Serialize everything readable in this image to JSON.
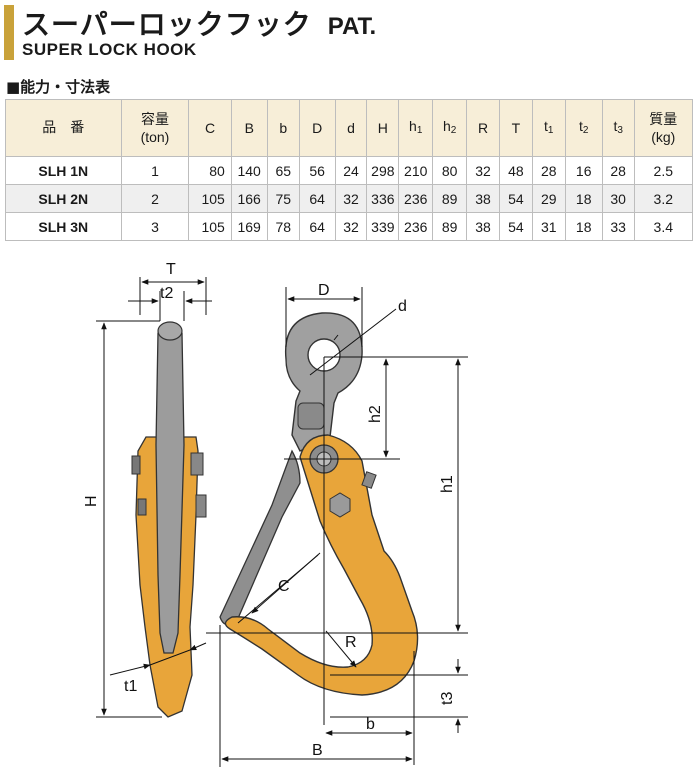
{
  "header": {
    "title_jp": "スーパーロックフック",
    "pat": "PAT.",
    "title_en": "SUPER LOCK HOOK",
    "accent_color": "#c9a23a"
  },
  "section_label": "■能力・寸法表",
  "table": {
    "headers": {
      "model": "品　番",
      "capacity": "容量",
      "capacity_unit": "(ton)",
      "C": "C",
      "B": "B",
      "b": "b",
      "D": "D",
      "d": "d",
      "H": "H",
      "h1": "h",
      "h1_sub": "1",
      "h2": "h",
      "h2_sub": "2",
      "R": "R",
      "T": "T",
      "t1": "t",
      "t1_sub": "1",
      "t2": "t",
      "t2_sub": "2",
      "t3": "t",
      "t3_sub": "3",
      "weight": "質量",
      "weight_unit": "(kg)"
    },
    "rows": [
      {
        "model": "SLH 1N",
        "capacity": "1",
        "C": "80",
        "B": "140",
        "b": "65",
        "D": "56",
        "d": "24",
        "H": "298",
        "h1": "210",
        "h2": "80",
        "R": "32",
        "T": "48",
        "t1": "28",
        "t2": "16",
        "t3": "28",
        "weight": "2.5"
      },
      {
        "model": "SLH 2N",
        "capacity": "2",
        "C": "105",
        "B": "166",
        "b": "75",
        "D": "64",
        "d": "32",
        "H": "336",
        "h1": "236",
        "h2": "89",
        "R": "38",
        "T": "54",
        "t1": "29",
        "t2": "18",
        "t3": "30",
        "weight": "3.2"
      },
      {
        "model": "SLH 3N",
        "capacity": "3",
        "C": "105",
        "B": "169",
        "b": "78",
        "D": "64",
        "d": "32",
        "H": "339",
        "h1": "236",
        "h2": "89",
        "R": "38",
        "T": "54",
        "t1": "31",
        "t2": "18",
        "t3": "33",
        "weight": "3.4"
      }
    ]
  },
  "drawing": {
    "labels": {
      "T": "T",
      "t2": "t2",
      "H": "H",
      "t1": "t1",
      "D": "D",
      "d": "d",
      "h2": "h2",
      "h1": "h1",
      "C": "C",
      "R": "R",
      "t3": "t3",
      "b": "b",
      "B": "B"
    },
    "colors": {
      "hook_body": "#e8a53a",
      "eye_gray": "#9a9a9a",
      "latch_gray": "#8f8f8f"
    }
  }
}
